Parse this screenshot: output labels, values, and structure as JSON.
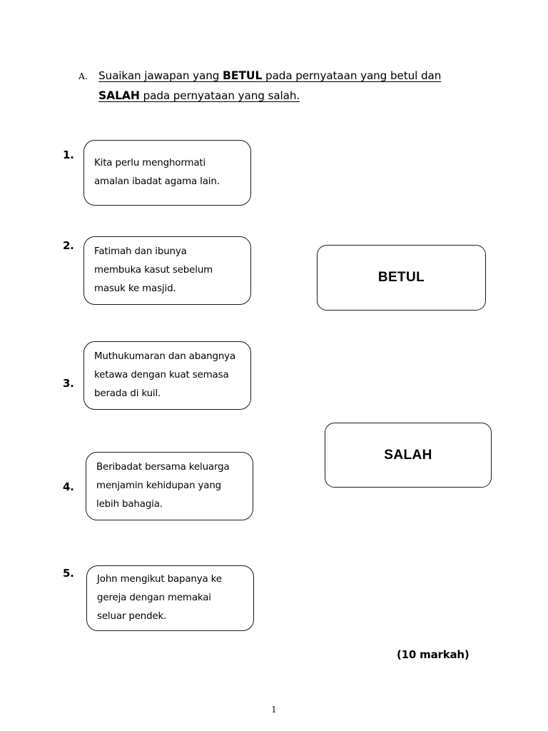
{
  "instruction": {
    "letter": "A.",
    "line1_part1": "Suaikan jawapan yang ",
    "line1_bold": "BETUL",
    "line1_part2": " pada pernyataan yang betul dan ",
    "line2_bold": "SALAH",
    "line2_rest": " pada pernyataan yang salah."
  },
  "statements": [
    {
      "number": "1.",
      "lines": [
        "Kita perlu menghormati",
        "amalan ibadat agama lain."
      ]
    },
    {
      "number": "2.",
      "lines": [
        "Fatimah dan ibunya",
        "membuka kasut sebelum",
        "masuk ke masjid."
      ]
    },
    {
      "number": "3.",
      "lines": [
        "Muthukumaran dan abangnya",
        "ketawa dengan kuat semasa",
        "berada di kuil."
      ]
    },
    {
      "number": "4.",
      "lines": [
        "Beribadat bersama keluarga",
        "menjamin kehidupan yang",
        "lebih bahagia."
      ]
    },
    {
      "number": "5.",
      "lines": [
        "John mengikut bapanya ke",
        "gereja dengan memakai",
        "seluar pendek."
      ]
    }
  ],
  "answers": [
    {
      "label": "BETUL"
    },
    {
      "label": "SALAH"
    }
  ],
  "footer": {
    "marks": "(10 markah)",
    "page_number": "1"
  },
  "colors": {
    "ink": "#000000",
    "border": "#1a1a1a",
    "paper": "#ffffff"
  }
}
